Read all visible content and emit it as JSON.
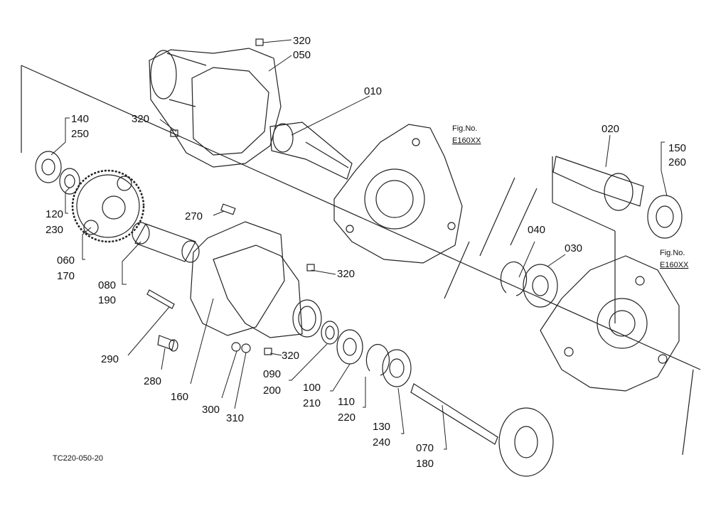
{
  "title": "",
  "diagram_code": "TC220-050-20",
  "figure_refs": [
    {
      "label": "Fig.No.",
      "ref": "E160XX"
    },
    {
      "label": "Fig.No.",
      "ref": "E160XX"
    }
  ],
  "callouts": {
    "c320_top": "320",
    "c050": "050",
    "c010": "010",
    "c320_left": "320",
    "c140": "140",
    "c250": "250",
    "c120": "120",
    "c230": "230",
    "c060": "060",
    "c170": "170",
    "c270": "270",
    "c080": "080",
    "c190": "190",
    "c320_mid": "320",
    "c290": "290",
    "c280": "280",
    "c160": "160",
    "c300": "300",
    "c310": "310",
    "c320_low": "320",
    "c090": "090",
    "c200": "200",
    "c100": "100",
    "c210": "210",
    "c110": "110",
    "c220": "220",
    "c130": "130",
    "c240": "240",
    "c070": "070",
    "c180": "180",
    "c020": "020",
    "c150": "150",
    "c260": "260",
    "c040": "040",
    "c030": "030"
  }
}
